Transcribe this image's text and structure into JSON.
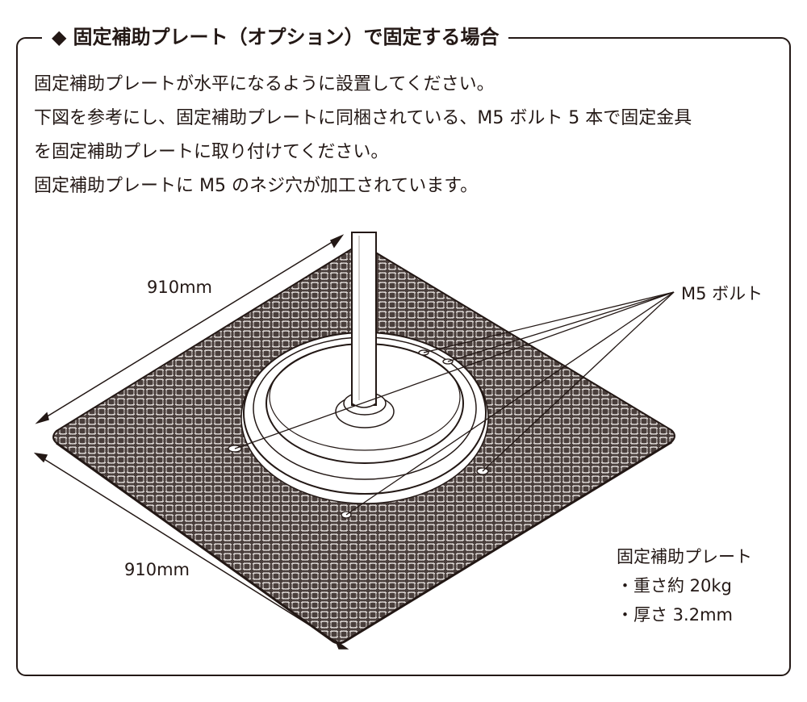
{
  "title": {
    "marker": "◆",
    "text": "固定補助プレート（オプション）で固定する場合"
  },
  "instructions": [
    "固定補助プレートが水平になるように設置してください。",
    "下図を参考にし、固定補助プレートに同梱されている、M5 ボルト 5 本で固定金具",
    "を固定補助プレートに取り付けてください。",
    "固定補助プレートに M5 のネジ穴が加工されています。"
  ],
  "dimensions": {
    "top_edge": "910mm",
    "bottom_edge": "910mm"
  },
  "callout": {
    "bolts": "M5 ボルト"
  },
  "spec": {
    "name": "固定補助プレート",
    "weight": "・重さ約 20kg",
    "thickness": "・厚さ 3.2mm"
  },
  "colors": {
    "line": "#231815",
    "plate": "#4a3f3c",
    "background": "#ffffff"
  }
}
